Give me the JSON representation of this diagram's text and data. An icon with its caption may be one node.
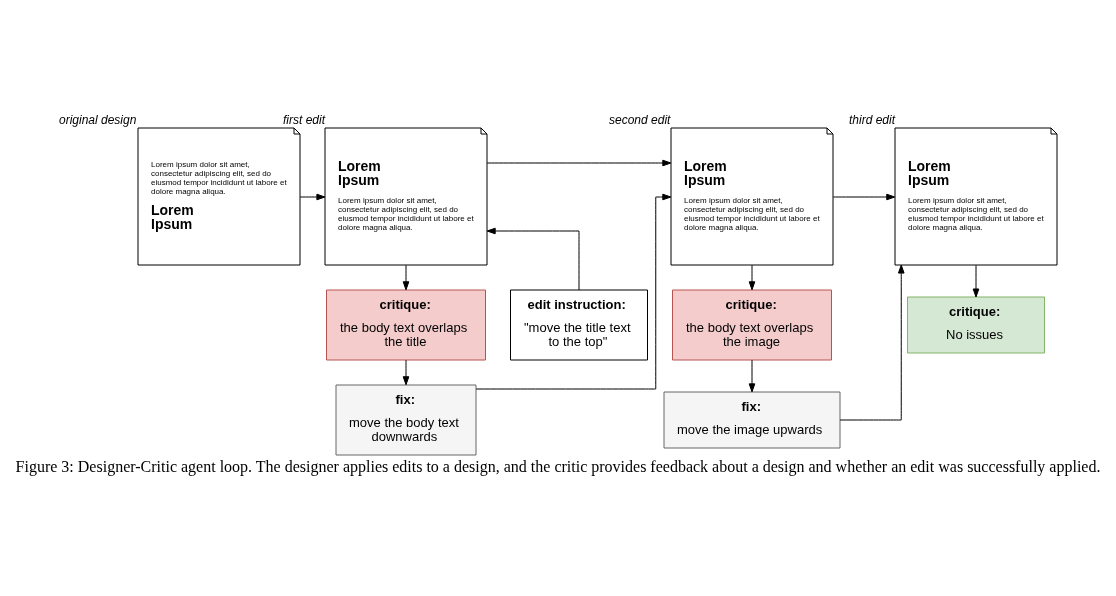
{
  "diagram": {
    "caption": "Figure 3: Designer-Critic agent loop. The designer applies edits to a design, and the critic provides feedback about a design and whether an edit was successfully applied.",
    "nodes": [
      {
        "text": [
          "Lorem ipsum dolor sit amet, consectetur adipiscing elit, sed do eiusmod tempor incididunt ut labore et dolore magna aliqua.",
          "Lorem Ipsum"
        ],
        "beside": [
          "original design"
        ]
      },
      {
        "text": [
          "Lorem Ipsum",
          "Lorem ipsum dolor sit amet, consectetur adipiscing elit, sed do eiusmod tempor incididunt ut labore et dolore magna aliqua."
        ],
        "beside": [
          "first edit"
        ]
      },
      {
        "text": [
          "Lorem Ipsum",
          "Lorem ipsum dolor sit amet, consectetur adipiscing elit, sed do eiusmod tempor incididunt ut labore et dolore magna aliqua."
        ],
        "beside": [
          "second edit"
        ]
      },
      {
        "text": [
          "Lorem Ipsum",
          "Lorem ipsum dolor sit amet, consectetur adipiscing elit, sed do eiusmod tempor incididunt ut labore et dolore magna aliqua."
        ],
        "beside": [
          "third edit"
        ]
      },
      {
        "text": [
          "edit instruction:",
          "\"move the title text to the top\""
        ]
      },
      {
        "text": [
          "critique:",
          "the body text overlaps the title"
        ]
      },
      {
        "text": [
          "critique:",
          "the body text overlaps the image"
        ]
      },
      {
        "text": [
          "critique:",
          "No issues"
        ]
      },
      {
        "text": [
          "fix:",
          "move the body text downwards"
        ]
      },
      {
        "text": [
          "fix:",
          "move the image upwards"
        ]
      }
    ],
    "edges": [
      {
        "from": 0,
        "to": 1,
        "arrow": "to"
      },
      {
        "from": 4,
        "to": 1,
        "arrow": "to"
      },
      {
        "from": 1,
        "to": 5,
        "arrow": "to"
      },
      {
        "from": 5,
        "to": 8,
        "arrow": "to"
      },
      {
        "from": 1,
        "to": 2,
        "arrow": "to"
      },
      {
        "from": 8,
        "to": 2,
        "arrow": "to"
      },
      {
        "from": 2,
        "to": 6,
        "arrow": "to"
      },
      {
        "from": 6,
        "to": 9,
        "arrow": "to"
      },
      {
        "from": 2,
        "to": 3,
        "arrow": "to"
      },
      {
        "from": 9,
        "to": 3,
        "arrow": "to"
      },
      {
        "from": 3,
        "to": 7,
        "arrow": "to"
      }
    ]
  }
}
